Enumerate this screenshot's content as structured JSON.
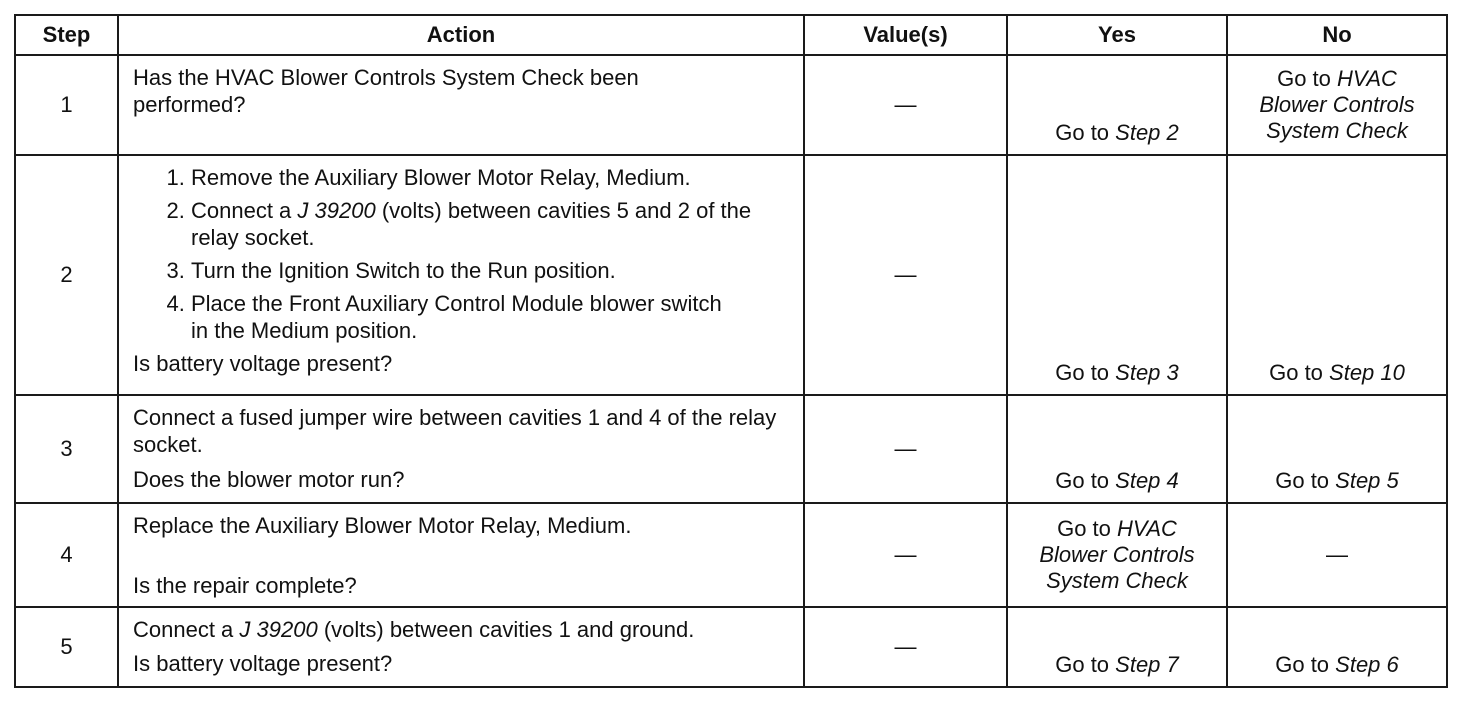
{
  "headers": {
    "step": "Step",
    "action": "Action",
    "values": "Value(s)",
    "yes": "Yes",
    "no": "No"
  },
  "dash": "—",
  "rows": [
    {
      "step": "1",
      "action_text": "Has the HVAC Blower Controls System Check been performed?",
      "yes": {
        "prefix": "Go to ",
        "ref": "Step 2"
      },
      "no": {
        "prefix": "Go to ",
        "ref_lines": [
          "HVAC",
          "Blower Controls",
          "System Check"
        ]
      }
    },
    {
      "step": "2",
      "steps": [
        "Remove the Auxiliary Blower Motor Relay, Medium.",
        "Turn the Ignition Switch to the Run position.",
        "Place the Front Auxiliary Control Module blower switch in the Medium position."
      ],
      "step2_pre": "Connect a ",
      "step2_tool": "J 39200",
      "step2_post": " (volts) between cavities 5 and 2 of the relay socket.",
      "question": "Is battery voltage present?",
      "yes": {
        "prefix": "Go to ",
        "ref": "Step 3"
      },
      "no": {
        "prefix": "Go to ",
        "ref": "Step 10"
      }
    },
    {
      "step": "3",
      "action_text": "Connect a fused jumper wire between cavities 1 and 4 of the relay socket.",
      "question": "Does the blower motor run?",
      "yes": {
        "prefix": "Go to ",
        "ref": "Step 4"
      },
      "no": {
        "prefix": "Go to ",
        "ref": "Step 5"
      }
    },
    {
      "step": "4",
      "action_text": "Replace the Auxiliary Blower Motor Relay, Medium.",
      "question": "Is the repair complete?",
      "yes": {
        "prefix": "Go to ",
        "ref_lines": [
          "HVAC",
          "Blower Controls",
          "System Check"
        ]
      }
    },
    {
      "step": "5",
      "action_pre": "Connect a ",
      "action_tool": "J 39200",
      "action_post": " (volts) between cavities 1 and ground.",
      "question": "Is battery voltage present?",
      "yes": {
        "prefix": "Go to ",
        "ref": "Step 7"
      },
      "no": {
        "prefix": "Go to ",
        "ref": "Step 6"
      }
    }
  ]
}
